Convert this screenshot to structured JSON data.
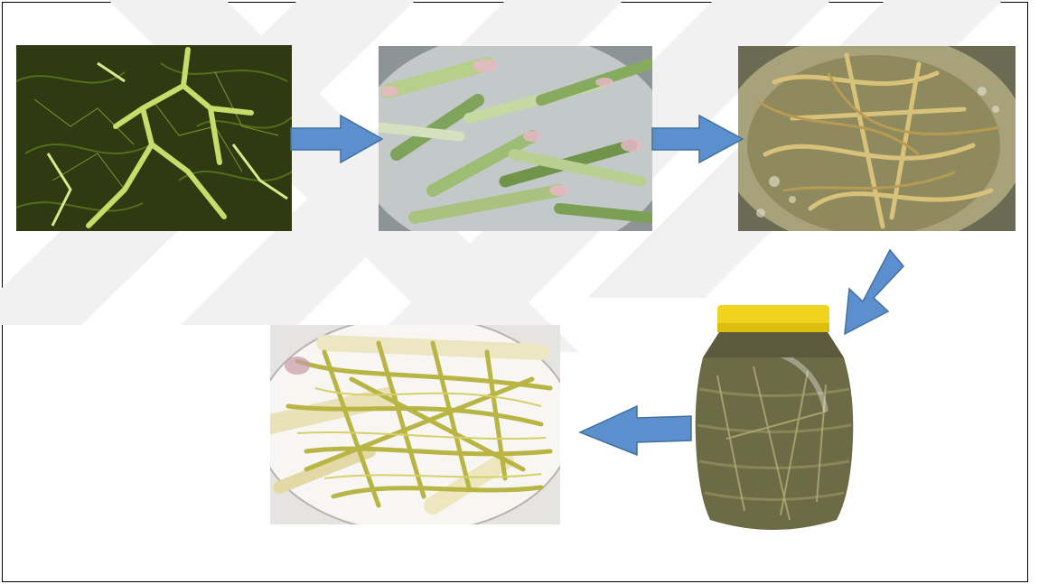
{
  "diagram": {
    "steps": [
      {
        "name": "fresh-plant-photo"
      },
      {
        "name": "trimmed-stalks-photo"
      },
      {
        "name": "boiling-stalks-photo"
      },
      {
        "name": "pickle-jar-photo"
      },
      {
        "name": "pickled-stalks-plate-photo"
      }
    ],
    "arrow_color": "#5b8fce",
    "arrow_stroke": "#41719c"
  }
}
